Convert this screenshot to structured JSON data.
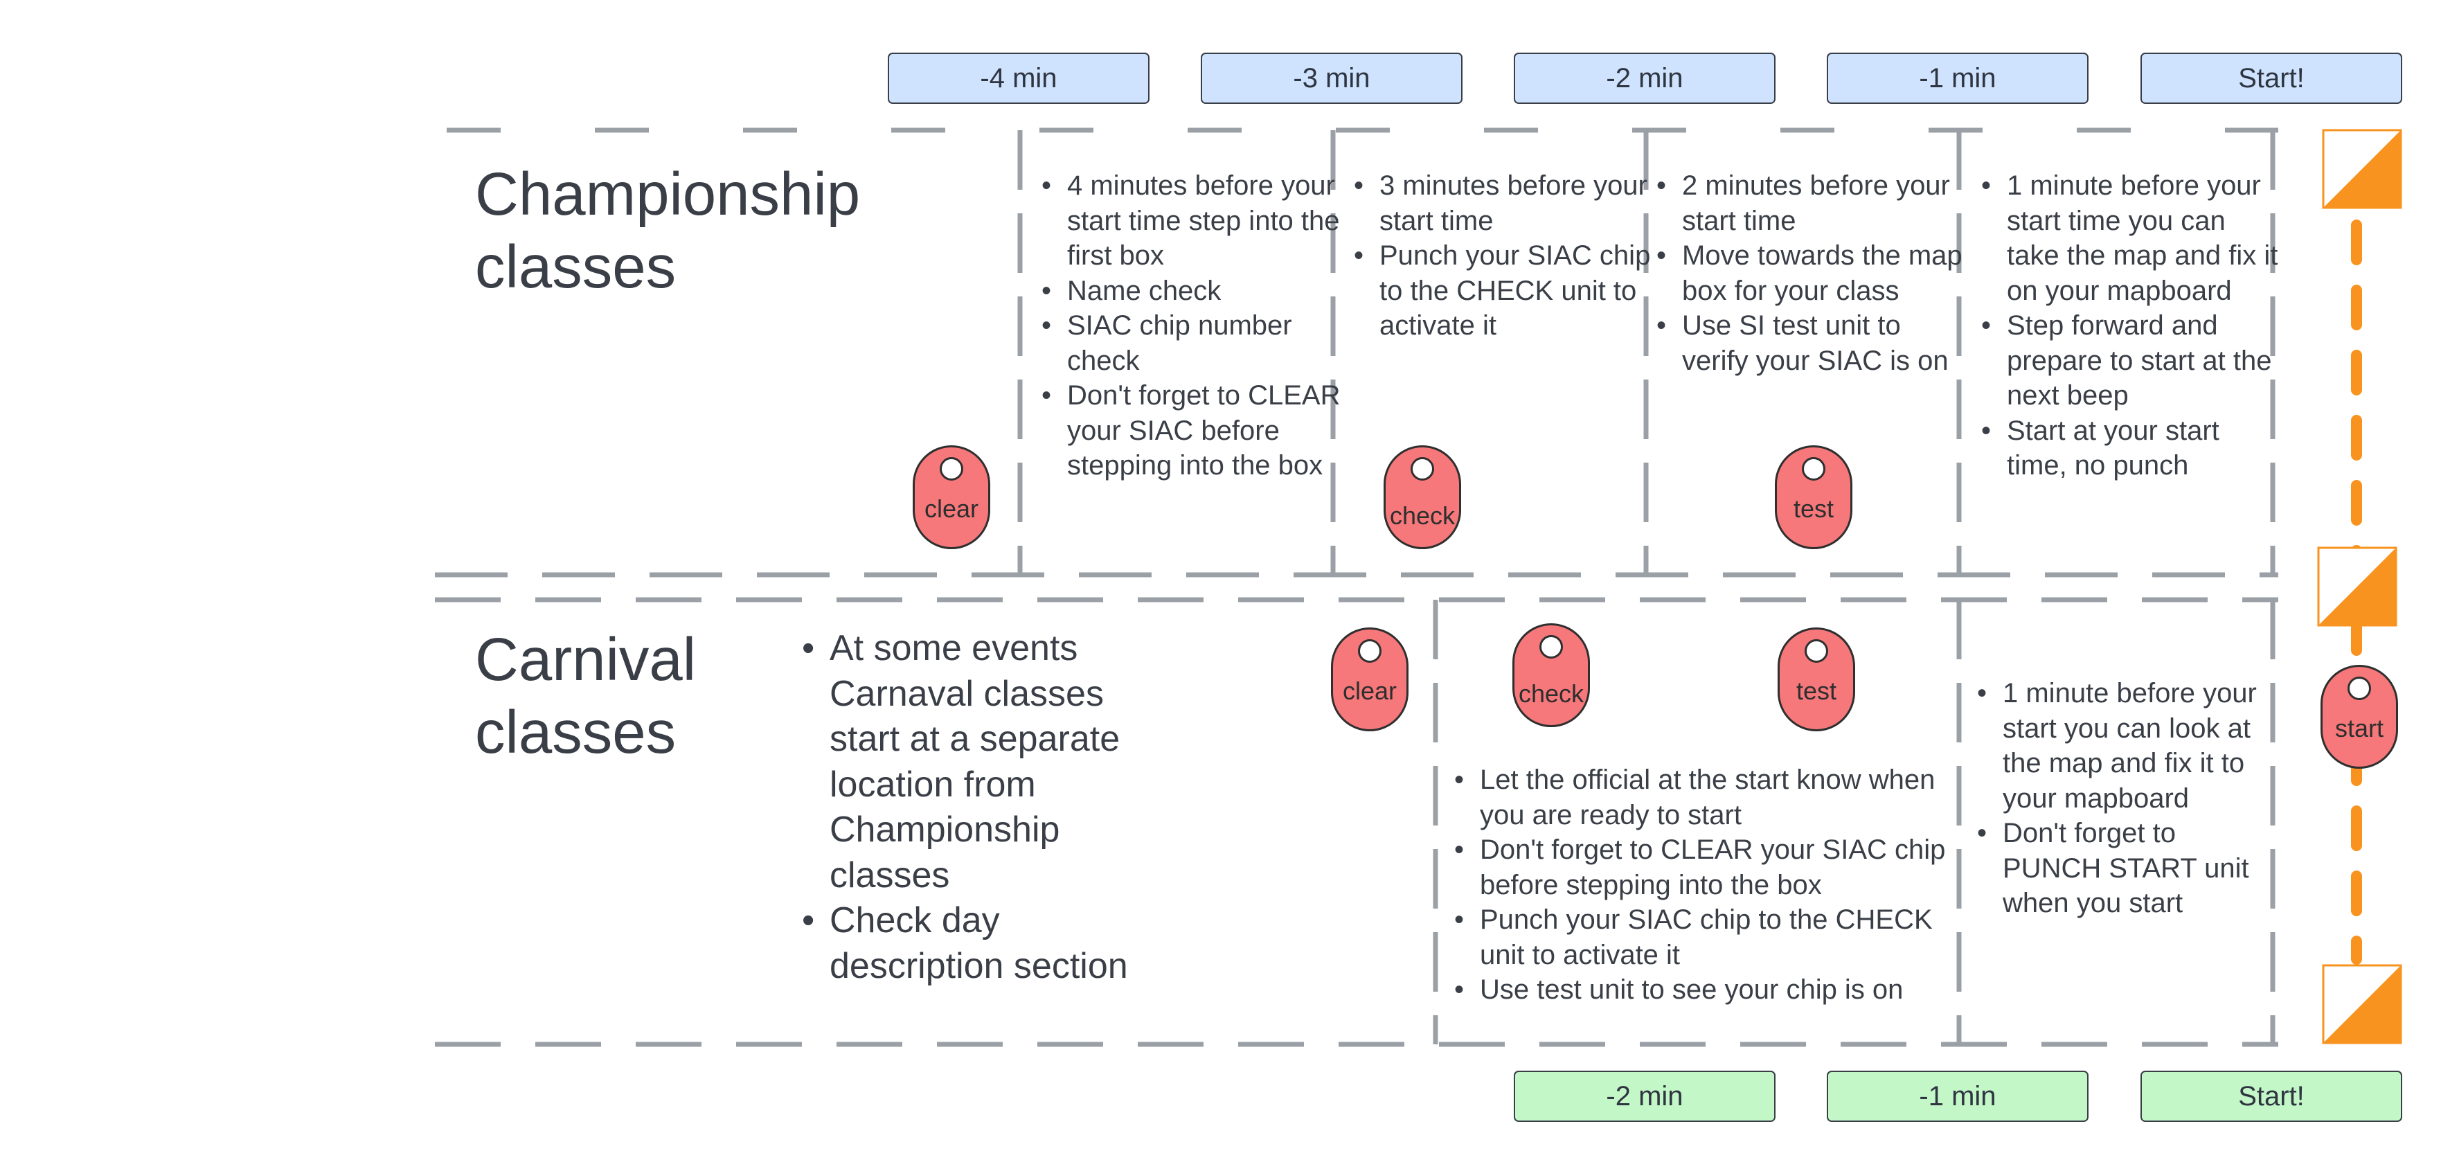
{
  "top_timeline": [
    "-4 min",
    "-3 min",
    "-2 min",
    "-1 min",
    "Start!"
  ],
  "bottom_timeline": [
    "-2 min",
    "-1 min",
    "Start!"
  ],
  "championship": {
    "title_line1": "Championship",
    "title_line2": "classes",
    "boxes": [
      [
        "4 minutes before your start time step into the first box",
        "Name check",
        "SIAC chip number check",
        "Don't forget to CLEAR your SIAC before stepping into the box"
      ],
      [
        "3 minutes before your start time",
        "Punch your SIAC chip to the CHECK unit to activate it"
      ],
      [
        "2 minutes before your start time",
        "Move towards the map box for your class",
        "Use SI test unit to verify your SIAC is on"
      ],
      [
        "1 minute before your start time you can take the map and fix it on your mapboard",
        "Step forward and prepare to start at the next beep",
        "Start at your start time, no punch"
      ]
    ]
  },
  "carnival": {
    "title_line1": "Carnival",
    "title_line2": "classes",
    "note": [
      "At some events Carnaval classes start at a separate location from Championship classes",
      "Check day description section"
    ],
    "boxes": [
      [
        "Let the official at the start know when you are ready to start",
        "Don't forget to CLEAR your SIAC chip before stepping into the box",
        "Punch your SIAC chip to the CHECK unit to activate it",
        "Use test unit to see your chip is on"
      ],
      [
        "1 minute before your start you can look at the map and fix it to your mapboard",
        "Don't forget to PUNCH START unit when you start"
      ]
    ]
  },
  "tags": {
    "clear": "clear",
    "check": "check",
    "test": "test",
    "start": "start"
  },
  "colors": {
    "line_gray": "#9aa0a6",
    "orange": "#f7931e",
    "tag_red": "#f7787a",
    "timeline_blue": "#cfe3ff",
    "timeline_green": "#c3f7c8",
    "text": "#3a3f47"
  },
  "icons": {
    "flag": "orienteering-control-flag-icon",
    "tag": "si-control-unit-icon"
  }
}
